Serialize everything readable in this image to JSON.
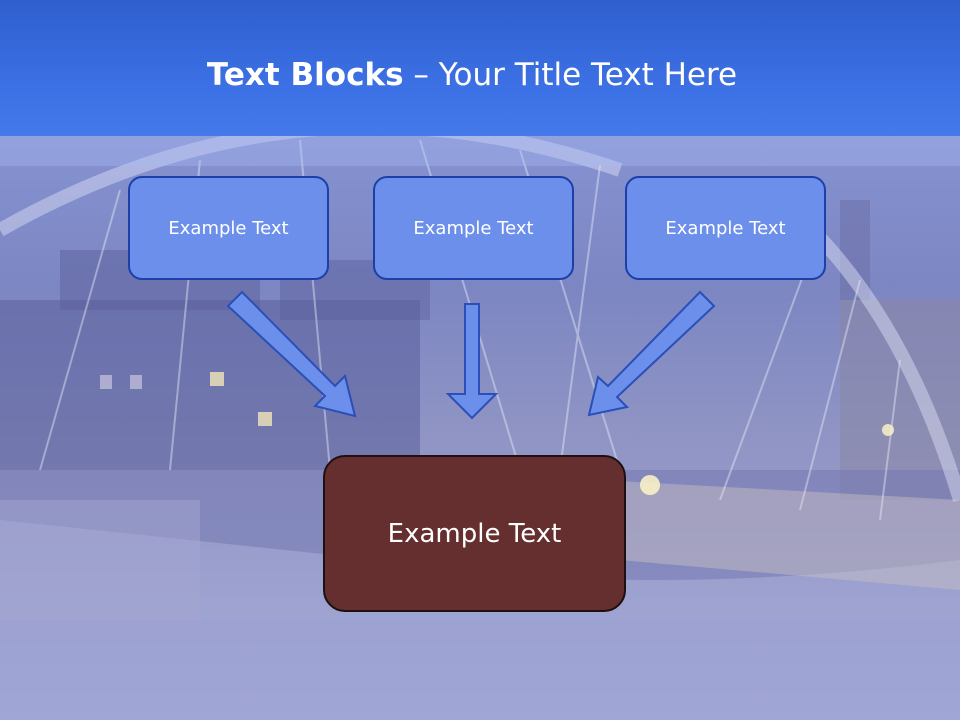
{
  "title": {
    "bold": "Text Blocks",
    "rest": " – Your Title Text Here"
  },
  "blocks": {
    "left": "Example Text",
    "middle": "Example Text",
    "right": "Example Text",
    "bottom": "Example Text"
  },
  "colors": {
    "header": "#3d72e6",
    "small_block_fill": "#6b8fea",
    "small_block_border": "#1d3fa8",
    "bottom_block_fill": "#652f2f",
    "arrow_fill": "#6b8fea"
  },
  "background": {
    "image": "bridge-cityscape-photo"
  }
}
